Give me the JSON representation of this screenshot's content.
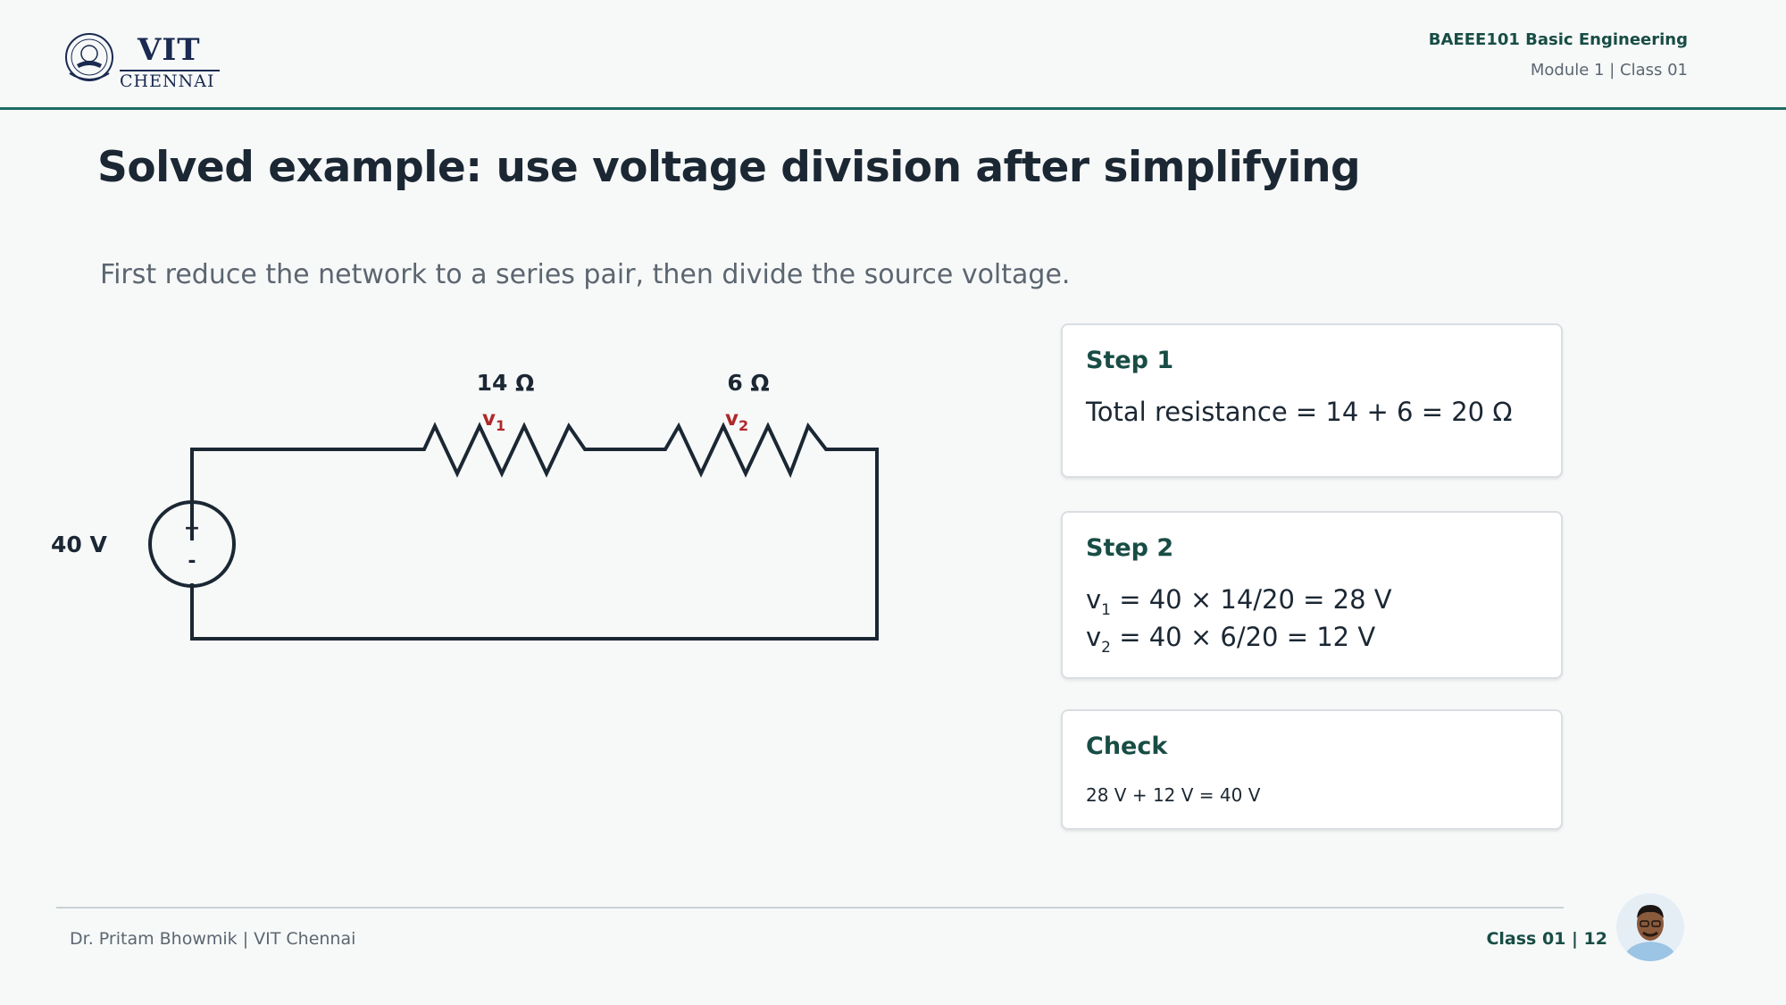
{
  "header": {
    "logo_text": "VIT",
    "logo_subtext": "CHENNAI",
    "course": "BAEEE101 Basic Engineering",
    "module": "Module 1 | Class 01"
  },
  "slide": {
    "title": "Solved example: use voltage division after simplifying",
    "subtitle": "First reduce the network to a series pair, then divide the source voltage."
  },
  "circuit": {
    "source_label": "40 V",
    "source_plus": "+",
    "source_minus": "-",
    "r1_label": "14 Ω",
    "r2_label": "6 Ω",
    "v1_main": "v",
    "v1_sub": "1",
    "v2_main": "v",
    "v2_sub": "2"
  },
  "steps": [
    {
      "title": "Step 1",
      "line1": "Total resistance = 14 + 6 = 20 Ω"
    },
    {
      "title": "Step 2",
      "line1_main": "v",
      "line1_sub": "1",
      "line1_rest": " = 40 × 14/20 = 28 V",
      "line2_main": "v",
      "line2_sub": "2",
      "line2_rest": " = 40 × 6/20 = 12 V"
    },
    {
      "title": "Check",
      "line1": "28 V + 12 V = 40 V"
    }
  ],
  "footer": {
    "author": "Dr. Pritam Bhowmik | VIT Chennai",
    "page": "Class 01 | 12"
  },
  "colors": {
    "accent": "#184d45",
    "voltage_label": "#b0282a",
    "header_rule": "#1e6b62"
  }
}
